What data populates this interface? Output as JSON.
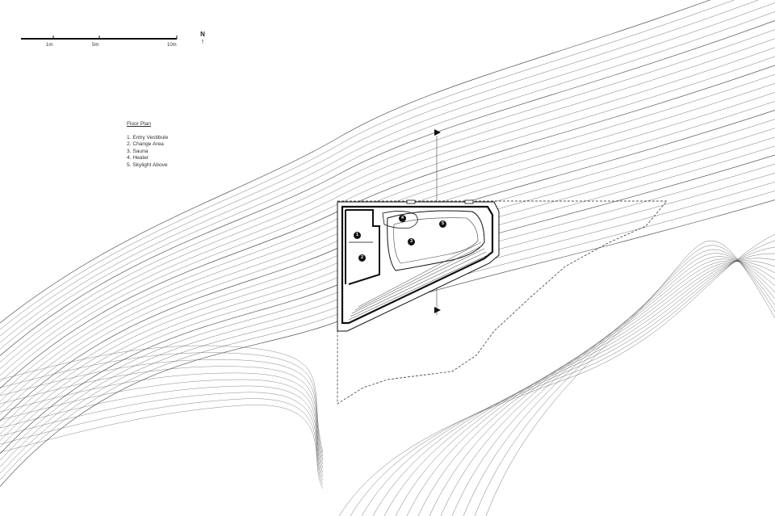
{
  "scale_bar": {
    "labels": [
      "1m",
      "5m",
      "10m"
    ]
  },
  "north_arrow": {
    "letter": "N",
    "arrow": "↑"
  },
  "legend": {
    "title": "Floor Plan",
    "items": [
      "1. Entry Vestibule",
      "2. Change Area",
      "3. Sauna",
      "4. Heater",
      "5. Skylight Above"
    ]
  },
  "room_markers": [
    "1",
    "2",
    "3",
    "4",
    "5"
  ],
  "colors": {
    "line": "#555555",
    "wall": "#111111",
    "background": "#ffffff"
  }
}
